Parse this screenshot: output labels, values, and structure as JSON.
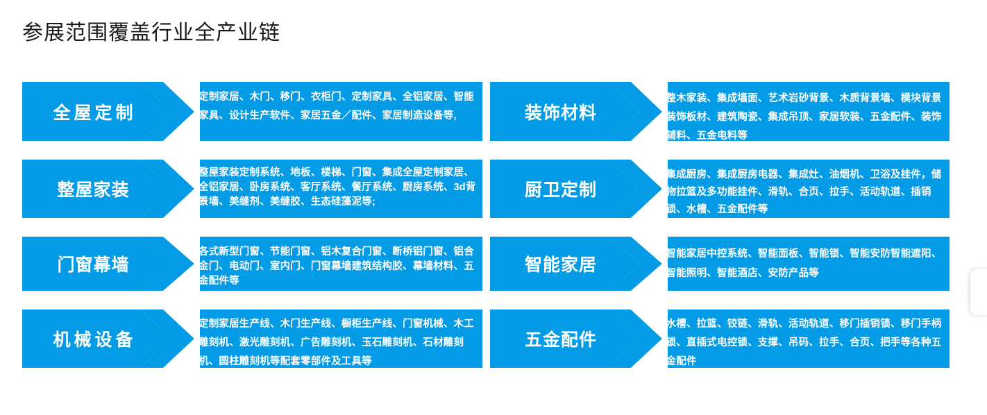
{
  "page": {
    "title": "参展范围覆盖行业全产业链",
    "accent_color": "#039BE5",
    "text_color": "#FFFFFF",
    "background_color": "#FFFFFF",
    "title_color": "#1A1A1A"
  },
  "sections": [
    {
      "label": "全屋定制",
      "body": "定制家居、木门、移门、衣柜门、定制家具、全铝家居、智能家具、设计生产软件、家居五金／配件、家居制造设备等,"
    },
    {
      "label": "装饰材料",
      "body": "整木家装、集成墙面、艺术岩砂背景、木质背景墙、模块背景装饰板材、建筑陶瓷、集成吊顶、家居软装、五金配件、装饰辅料、五金电料等"
    },
    {
      "label": "整屋家装",
      "body": "整屋家装定制系统、地板、楼梯、门窗、集成全屋定制家居、全铝家居、卧房系统、客厅系统、餐厅系统、厨房系统、3d背景墙、美缝剂、美缝胶、生态硅藻泥等;"
    },
    {
      "label": "厨卫定制",
      "body": "集成厨房、集成厨房电器、集成灶、油烟机、卫浴及挂件，储物拉篮及多功能挂件、滑轨、合页、拉手、活动轨道、插销锁、水槽、五金配件等"
    },
    {
      "label": "门窗幕墙",
      "body": "各式新型门窗、节能门窗、铝木复合门窗、断桥铝门窗、铝合金门、电动门、室内门、门窗幕墙建筑结构胶、幕墙材料、五金配件等"
    },
    {
      "label": "智能家居",
      "body": "智能家居中控系统、智能面板、智能锁、智能安防智能遮阳、智能照明、智能酒店、安防产品等"
    },
    {
      "label": "机械设备",
      "body": "定制家居生产线、木门生产线、橱柜生产线、门窗机械、木工雕刻机、激光雕刻机、广告雕刻机、玉石雕刻机、石材雕刻机、圆柱雕刻机等配套零部件及工具等"
    },
    {
      "label": "五金配件",
      "body": "水槽、拉篮、铰链、滑轨、活动轨道、移门插销锁、移门手柄锁、直插式电控锁、支撑、吊码、拉手、合页、把手等各种五金配件"
    }
  ]
}
